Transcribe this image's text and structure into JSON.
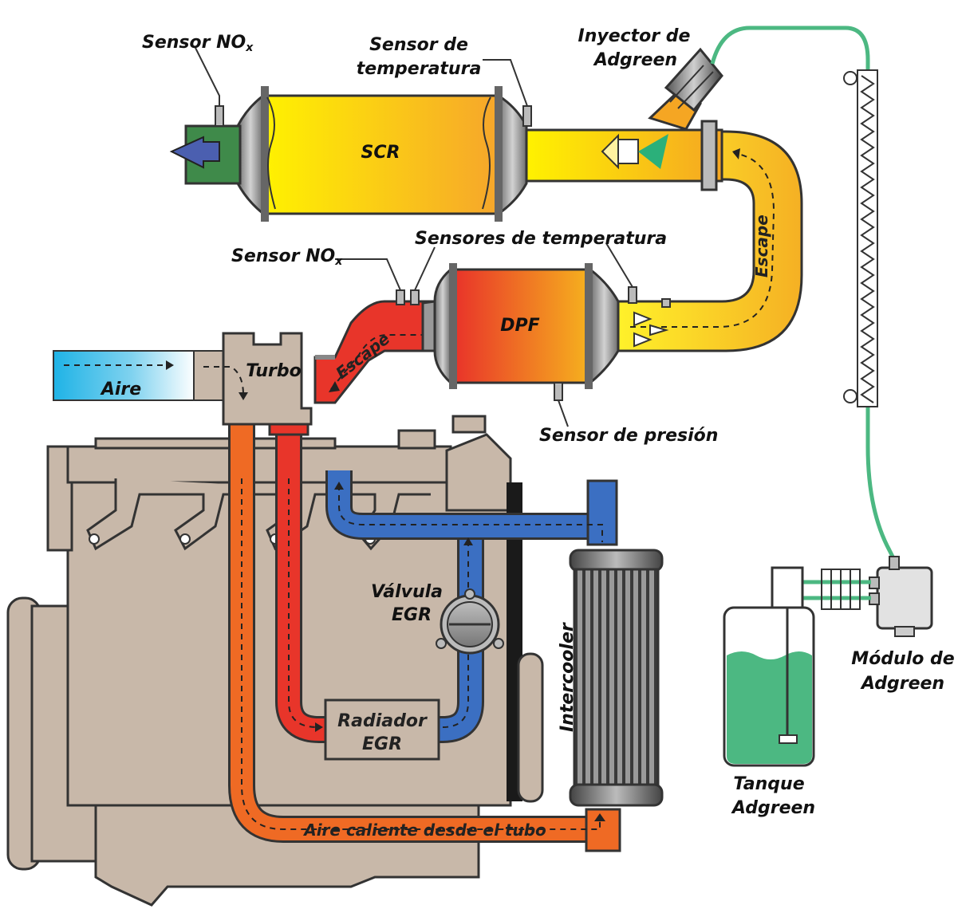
{
  "labels": {
    "sensor_nox_top": "Sensor NO",
    "sensor_nox_top_sub": "x",
    "sensor_temp_top_line1": "Sensor de",
    "sensor_temp_top_line2": "temperatura",
    "injector_line1": "Inyector de",
    "injector_line2": "Adgreen",
    "scr": "SCR",
    "dpf": "DPF",
    "sensor_nox_mid": "Sensor NO",
    "sensor_nox_mid_sub": "x",
    "temp_sensors_mid": "Sensores de temperatura",
    "pressure_sensor": "Sensor de presión",
    "escape_right": "Escape",
    "escape_left": "Escape",
    "turbo": "Turbo",
    "aire": "Aire",
    "egr_valve_line1": "Válvula",
    "egr_valve_line2": "EGR",
    "egr_radiator_line1": "Radiador",
    "egr_radiator_line2": "EGR",
    "intercooler": "Intercooler",
    "hot_air": "Aire caliente desde el tubo",
    "adgreen_module_line1": "Módulo de",
    "adgreen_module_line2": "Adgreen",
    "adgreen_tank_line1": "Tanque",
    "adgreen_tank_line2": "Adgreen"
  },
  "colors": {
    "engine": "#c8b8a9",
    "exhaust_hot": "#e8352a",
    "exhaust_warm": "#f5b81c",
    "egr_cool": "#3b6fc2",
    "hot_air_pipe": "#ef6a24",
    "adgreen_line": "#4cb882",
    "fresh_air": "#29b6e6",
    "outlet_green": "#3f8a4a",
    "outlet_arrow": "#4b5fb0",
    "fluid": "#4cb882"
  }
}
